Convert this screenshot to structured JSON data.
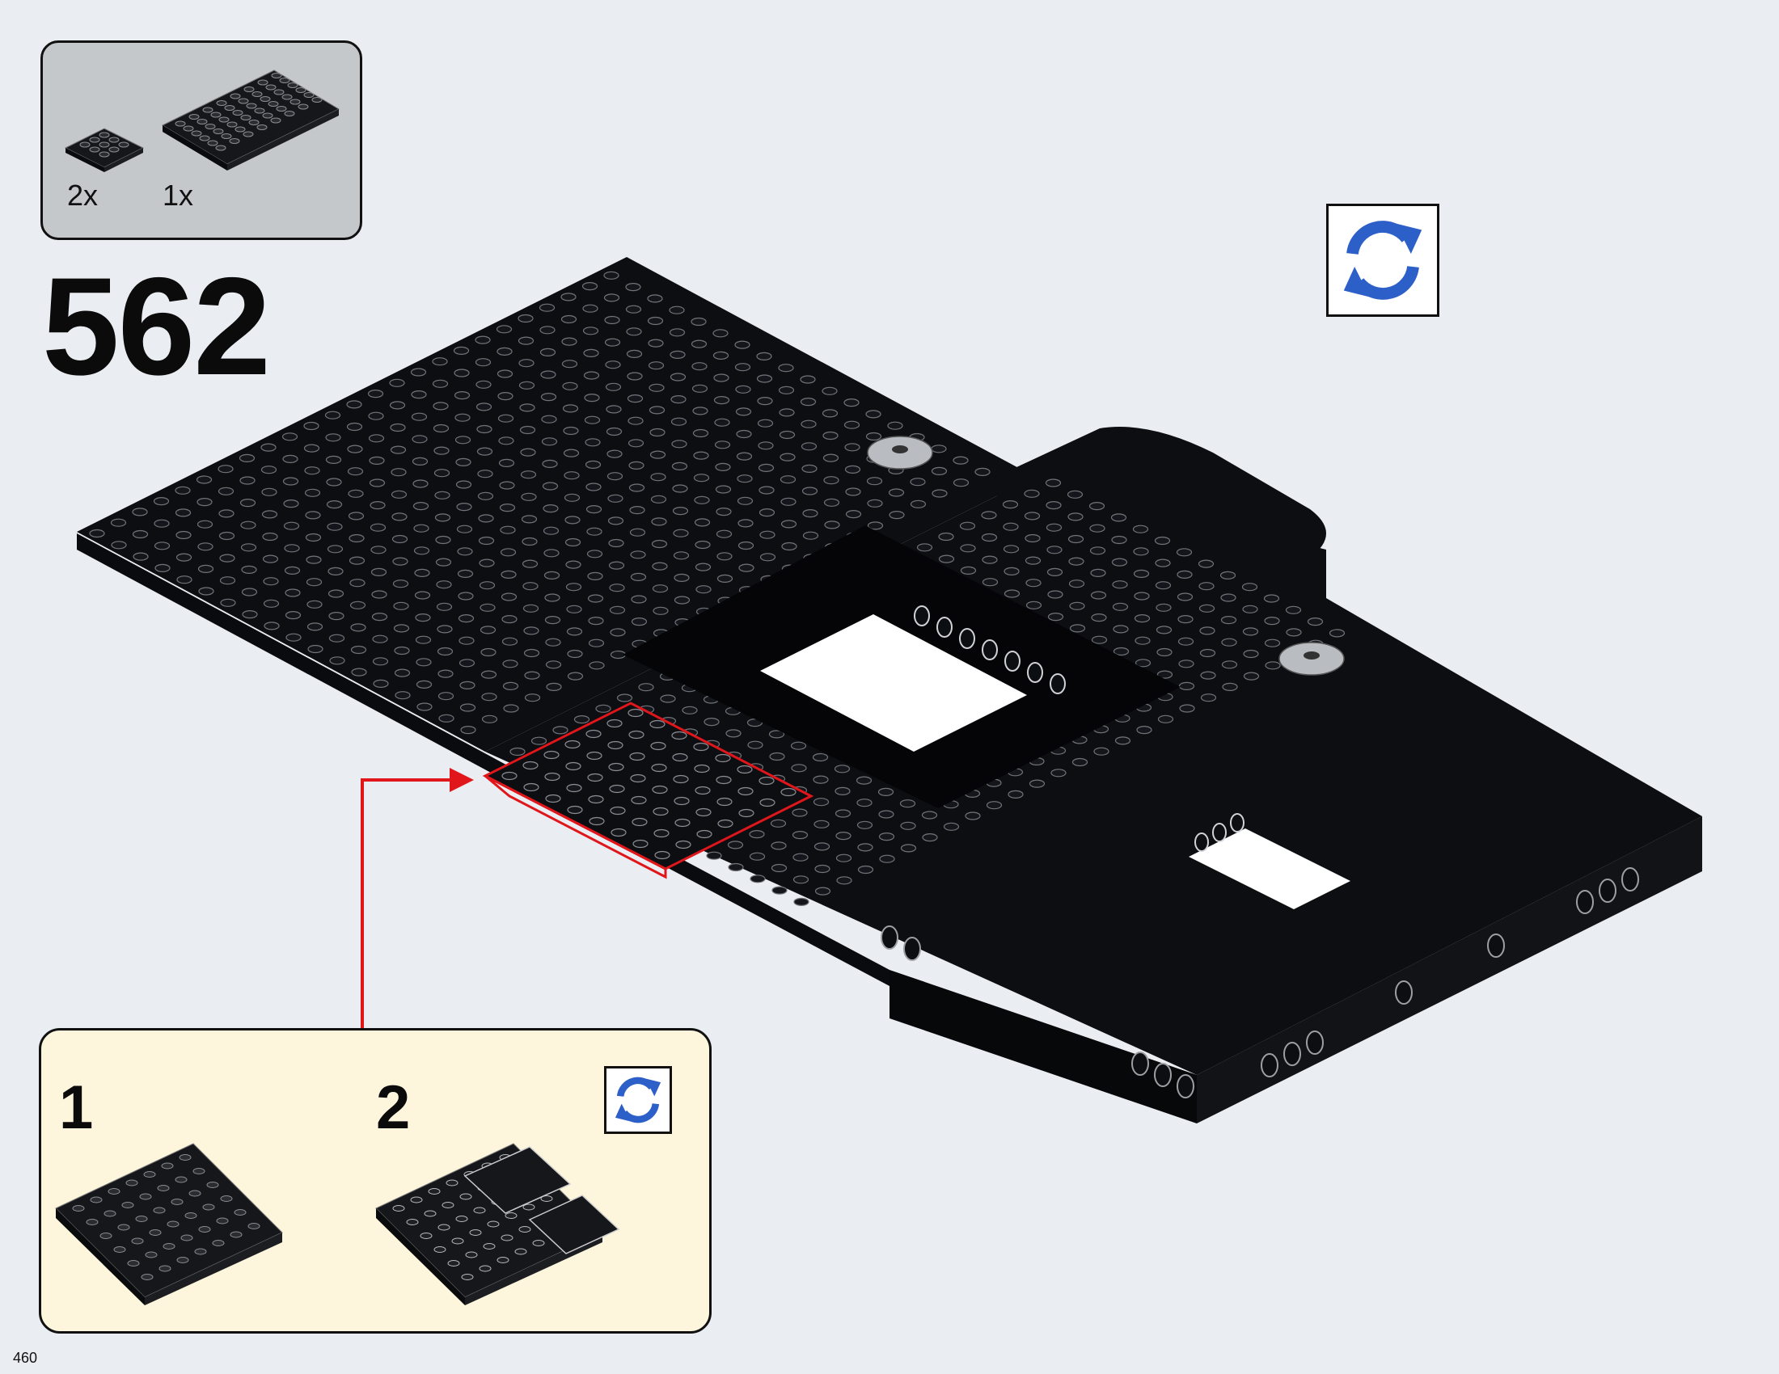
{
  "parts_list": {
    "items": [
      {
        "qty": "2x",
        "icon": "small-plate-4x4-icon"
      },
      {
        "qty": "1x",
        "icon": "plate-6x8-icon"
      }
    ]
  },
  "step": {
    "number": "562"
  },
  "rotate_icon": "rotate-model-icon",
  "sub_assembly": {
    "steps": [
      {
        "number": "1"
      },
      {
        "number": "2"
      }
    ]
  },
  "page": {
    "number": "460"
  },
  "colors": {
    "background": "#eaeef2",
    "parts_box": "#c5c8cb",
    "sub_box": "#fdf6dd",
    "callout_arrow": "#e0161b",
    "rotate_icon": "#2d5fc9",
    "brick": "#0d0e12"
  }
}
